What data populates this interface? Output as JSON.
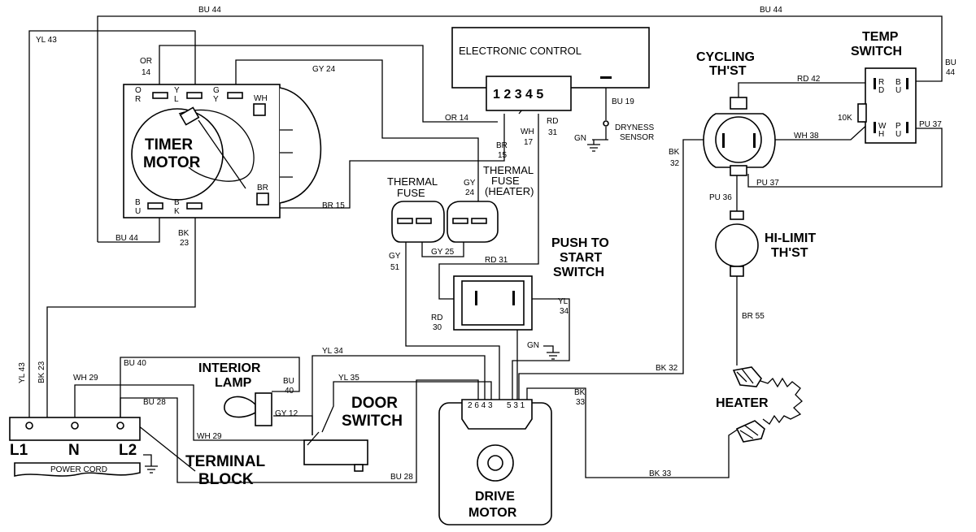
{
  "components": {
    "electronic_control": "ELECTRONIC CONTROL",
    "control_pins": "1 2 3 4 5",
    "timer_motor_1": "TIMER",
    "timer_motor_2": "MOTOR",
    "cycling_thst_1": "CYCLING",
    "cycling_thst_2": "TH'ST",
    "temp_switch_1": "TEMP",
    "temp_switch_2": "SWITCH",
    "thermal_fuse_1": "THERMAL",
    "thermal_fuse_2": "FUSE",
    "thermal_fuse_heater_1": "THERMAL",
    "thermal_fuse_heater_2": "FUSE",
    "thermal_fuse_heater_3": "(HEATER)",
    "push_to_start_1": "PUSH TO",
    "push_to_start_2": "START",
    "push_to_start_3": "SWITCH",
    "hi_limit_1": "HI-LIMIT",
    "hi_limit_2": "TH'ST",
    "heater": "HEATER",
    "interior_lamp_1": "INTERIOR",
    "interior_lamp_2": "LAMP",
    "door_switch_1": "DOOR",
    "door_switch_2": "SWITCH",
    "terminal_block_1": "TERMINAL",
    "terminal_block_2": "BLOCK",
    "drive_motor_1": "DRIVE",
    "drive_motor_2": "MOTOR",
    "power_cord": "POWER CORD",
    "dryness_sensor_1": "DRYNESS",
    "dryness_sensor_2": "SENSOR",
    "resistor_10k": "10K",
    "terminal_l1": "L1",
    "terminal_n": "N",
    "terminal_l2": "L2",
    "drive_motor_pins_left": "2 6 4 3",
    "drive_motor_pins_right": "5 3 1"
  },
  "terminals": {
    "timer_or_1": "O",
    "timer_or_2": "R",
    "timer_yl_1": "Y",
    "timer_yl_2": "L",
    "timer_gy_1": "G",
    "timer_gy_2": "Y",
    "timer_wh": "WH",
    "timer_br": "BR",
    "timer_bu_1": "B",
    "timer_bu_2": "U",
    "timer_bk_1": "B",
    "timer_bk_2": "K",
    "ts_rd_1": "R",
    "ts_rd_2": "D",
    "ts_bu_1": "B",
    "ts_bu_2": "U",
    "ts_wh_1": "W",
    "ts_wh_2": "H",
    "ts_pu_1": "P",
    "ts_pu_2": "U"
  },
  "wires": {
    "bu44_top_left": "BU 44",
    "bu44_top_right": "BU 44",
    "yl43_top": "YL 43",
    "or14_a": "OR",
    "or14_b": "14",
    "gy24_top": "GY 24",
    "or14_mid": "OR 14",
    "br15_a": "BR",
    "br15_b": "15",
    "wh17_a": "WH",
    "wh17_b": "17",
    "rd31_a": "RD",
    "rd31_b": "31",
    "bu19": "BU 19",
    "gn_sensor": "GN",
    "rd42": "RD 42",
    "wh38": "WH 38",
    "pu37_right": "PU 37",
    "pu37_bottom": "PU 37",
    "bk32_a": "BK",
    "bk32_b": "32",
    "pu36": "PU 36",
    "bu44_right_a": "BU",
    "bu44_right_b": "44",
    "gy24_fuse_a": "GY",
    "gy24_fuse_b": "24",
    "br15_bottom": "BR 15",
    "bu44_bottom": "BU 44",
    "bk23_a": "BK",
    "bk23_b": "23",
    "gy25": "GY 25",
    "gy51_a": "GY",
    "gy51_b": "51",
    "rd31_mid": "RD 31",
    "rd30_a": "RD",
    "rd30_b": "30",
    "yl34_a": "YL",
    "yl34_b": "34",
    "gn_switch": "GN",
    "br55": "BR 55",
    "bk32_long": "BK 32",
    "yl34_door": "YL 34",
    "yl35": "YL 35",
    "bu40_top": "BU 40",
    "bu40_a": "BU",
    "bu40_b": "40",
    "yl43_side": "YL 43",
    "bk23_side": "BK 23",
    "wh29_top": "WH 29",
    "bu28_top": "BU 28",
    "gy12": "GY 12",
    "wh29_bottom": "WH 29",
    "bu28_bottom": "BU 28",
    "bk33_a": "BK",
    "bk33_b": "33",
    "bk33_bottom": "BK 33"
  }
}
